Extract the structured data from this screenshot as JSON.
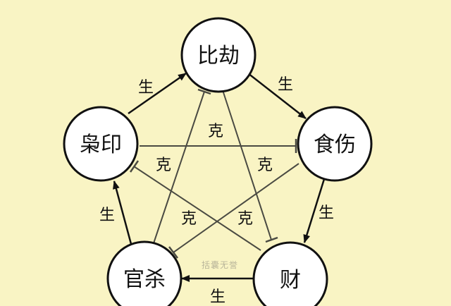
{
  "nodes": {
    "bijie": "比劫",
    "shiyang": "食伤",
    "cai": "财",
    "guansha": "官杀",
    "xiaoyin": "枭印"
  },
  "sheng_label": "生",
  "ke_label": "克",
  "watermark": "括囊无誉",
  "colors": {
    "background": "#f9f4c4",
    "circle_fill": "#ffffff",
    "stroke": "#111111",
    "ke_stroke": "#4a4a42"
  }
}
